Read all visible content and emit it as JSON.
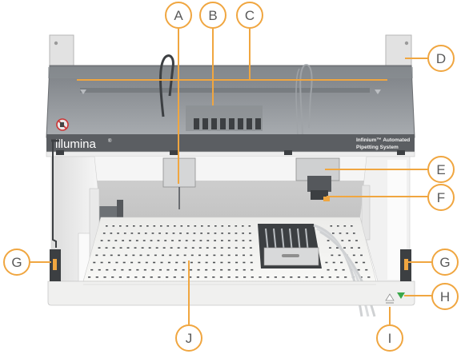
{
  "callouts": {
    "A": "A",
    "B": "B",
    "C": "C",
    "D": "D",
    "E": "E",
    "F": "F",
    "G_left": "G",
    "G_right": "G",
    "H": "H",
    "I": "I",
    "J": "J"
  },
  "instrument": {
    "brand": "illumina",
    "brand_mark": "®",
    "system_line1": "Infinium™ Automated",
    "system_line2": "Pipetting System"
  },
  "colors": {
    "callout": "#f0a640",
    "callout_text": "#5a5a5a",
    "panel_dark": "#5b5e62",
    "panel_light": "#b8bcc0",
    "frame": "#e6e6e6",
    "deck": "#f4f4f2",
    "status_green": "#3aa84a"
  }
}
